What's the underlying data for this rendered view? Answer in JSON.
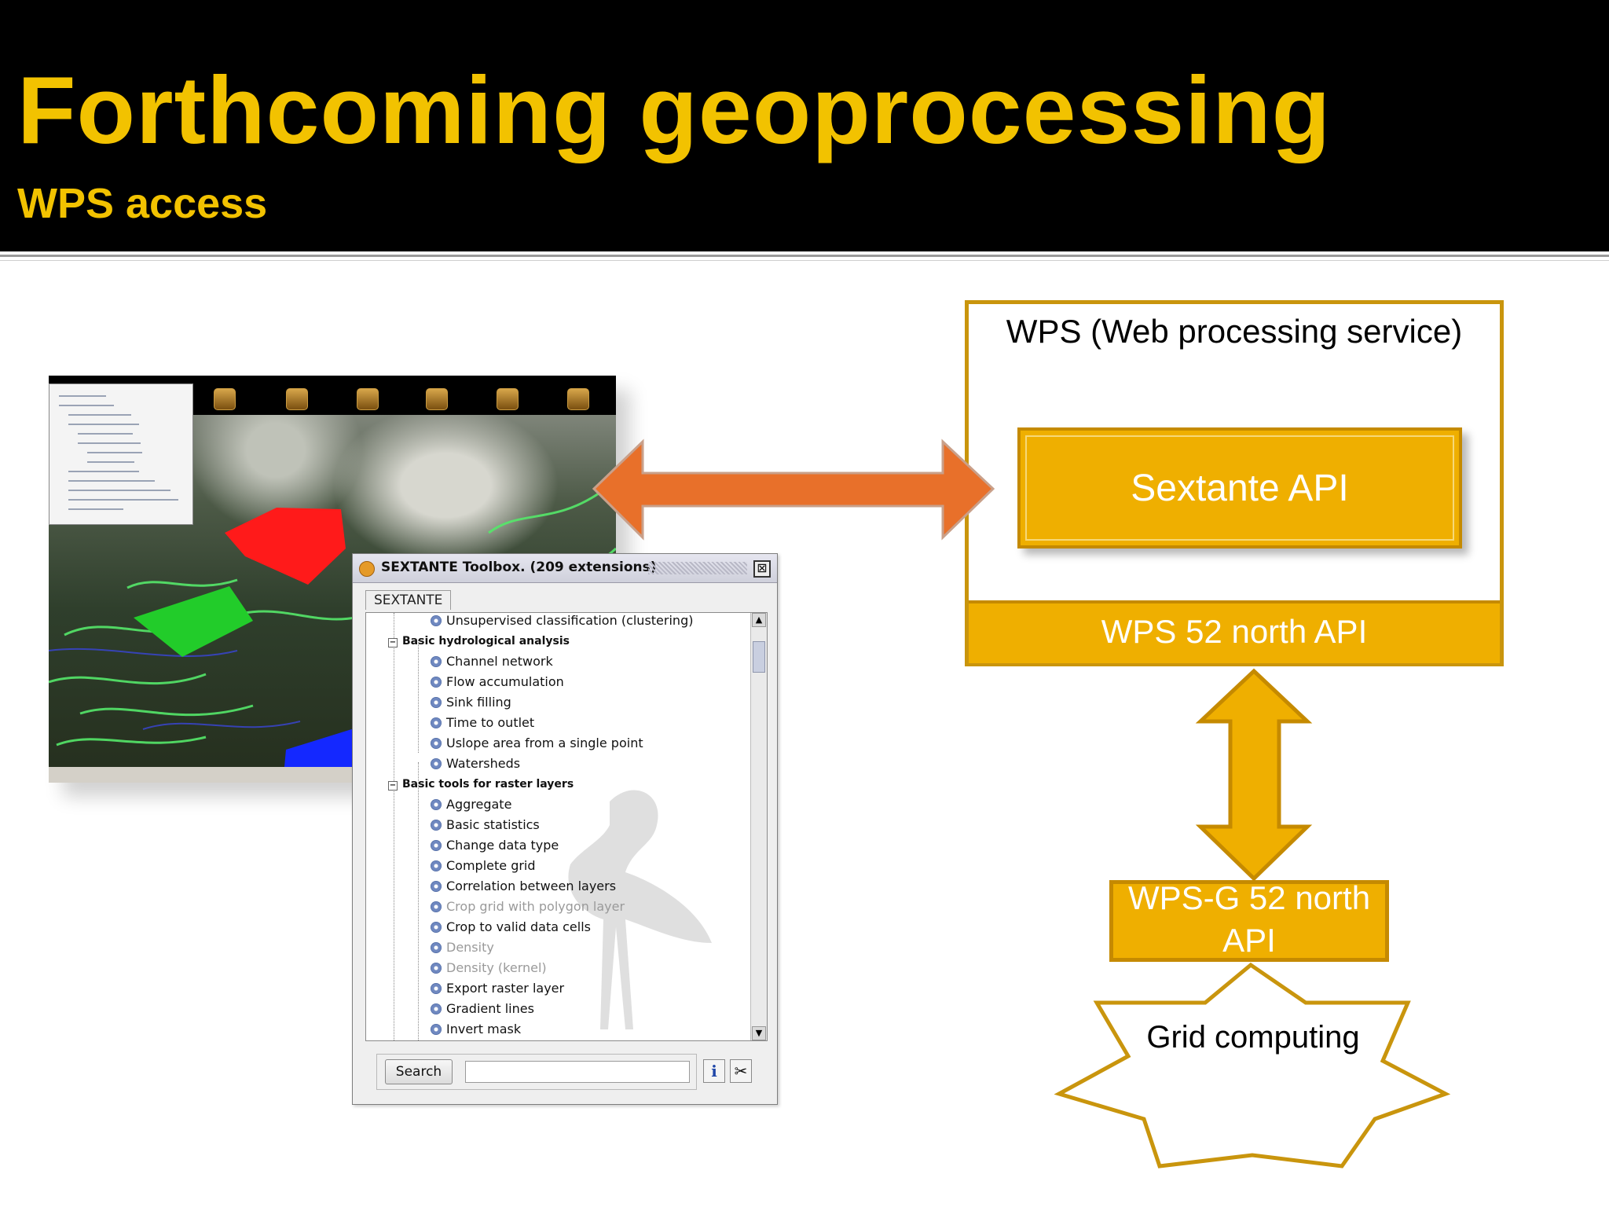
{
  "slide": {
    "title": "Forthcoming geoprocessing",
    "subtitle": "WPS access"
  },
  "toolbox": {
    "title": "SEXTANTE Toolbox. (209 extensions)",
    "close_glyph": "⊠",
    "tab": "SEXTANTE",
    "items": [
      {
        "label": "Unsupervised classification (clustering)",
        "kind": "item",
        "dim": false
      },
      {
        "label": "Basic hydrological analysis",
        "kind": "group",
        "dim": false
      },
      {
        "label": "Channel network",
        "kind": "item",
        "dim": false
      },
      {
        "label": "Flow accumulation",
        "kind": "item",
        "dim": false
      },
      {
        "label": "Sink filling",
        "kind": "item",
        "dim": false
      },
      {
        "label": "Time to outlet",
        "kind": "item",
        "dim": false
      },
      {
        "label": "Uslope area from a single point",
        "kind": "item",
        "dim": false
      },
      {
        "label": "Watersheds",
        "kind": "item",
        "dim": false
      },
      {
        "label": "Basic tools for raster layers",
        "kind": "group",
        "dim": false
      },
      {
        "label": "Aggregate",
        "kind": "item",
        "dim": false
      },
      {
        "label": "Basic statistics",
        "kind": "item",
        "dim": false
      },
      {
        "label": "Change data type",
        "kind": "item",
        "dim": false
      },
      {
        "label": "Complete grid",
        "kind": "item",
        "dim": false
      },
      {
        "label": "Correlation between layers",
        "kind": "item",
        "dim": false
      },
      {
        "label": "Crop grid with polygon layer",
        "kind": "item",
        "dim": true
      },
      {
        "label": "Crop to valid data cells",
        "kind": "item",
        "dim": false
      },
      {
        "label": "Density",
        "kind": "item",
        "dim": true
      },
      {
        "label": "Density (kernel)",
        "kind": "item",
        "dim": true
      },
      {
        "label": "Export raster layer",
        "kind": "item",
        "dim": false
      },
      {
        "label": "Gradient lines",
        "kind": "item",
        "dim": false
      },
      {
        "label": "Invert mask",
        "kind": "item",
        "dim": false
      }
    ],
    "search_label": "Search",
    "search_value": "",
    "info_glyph": "i",
    "tools_glyph": "✂"
  },
  "diagram": {
    "wps_title": "WPS (Web processing service)",
    "sextante_api": "Sextante API",
    "wps52_api": "WPS 52 north API",
    "wpsg_api": "WPS-G 52 north API",
    "grid_computing": "Grid computing"
  },
  "colors": {
    "header_bg": "#000000",
    "title": "#f2c200",
    "box_fill": "#efaf00",
    "box_border": "#c58a00",
    "arrow_orange": "#e8702a",
    "arrow_gold": "#efaf00"
  }
}
